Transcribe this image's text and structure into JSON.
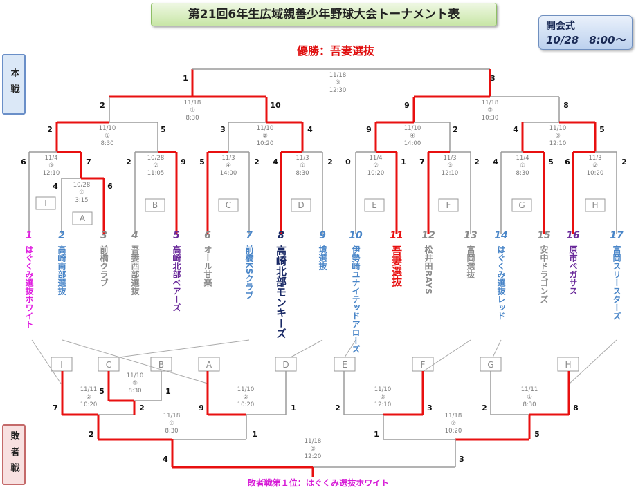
{
  "title": "第21回6年生広域親善少年野球大会トーナメント表",
  "opening": {
    "label": "開会式",
    "datetime": "10/28　8:00～"
  },
  "side_labels": {
    "main": "本戦",
    "loser": "敗者戦"
  },
  "champion": "優勝：吾妻選抜",
  "loser_first": "敗者戦第１位：はぐくみ選抜ホワイト",
  "colors": {
    "win": "#e81010",
    "line": "#9a9a9a",
    "blue": "#4a86c8",
    "magenta": "#e020e0",
    "navy": "#1a2a66",
    "purple": "#6a2a9a",
    "gray": "#8a8a8a",
    "red": "#e81010"
  },
  "teams": [
    {
      "num": "1",
      "name": "はぐくみ選抜ホワイト",
      "color": "magenta"
    },
    {
      "num": "2",
      "name": "高崎南部選抜",
      "color": "blue"
    },
    {
      "num": "3",
      "name": "前橋クラブ",
      "color": "gray"
    },
    {
      "num": "4",
      "name": "吾妻西部選抜",
      "color": "gray"
    },
    {
      "num": "5",
      "name": "高崎北部ベアーズ",
      "color": "purple"
    },
    {
      "num": "6",
      "name": "オール甘楽",
      "color": "gray"
    },
    {
      "num": "7",
      "name": "前橋KSクラブ",
      "color": "blue"
    },
    {
      "num": "8",
      "name": "高崎北部モンキーズ",
      "color": "navy"
    },
    {
      "num": "9",
      "name": "境選抜",
      "color": "blue"
    },
    {
      "num": "10",
      "name": "伊勢崎ユナイテッドアローズ",
      "color": "blue"
    },
    {
      "num": "11",
      "name": "吾妻選抜",
      "color": "red"
    },
    {
      "num": "12",
      "name": "松井田RAYS",
      "color": "gray"
    },
    {
      "num": "13",
      "name": "富岡選抜",
      "color": "gray"
    },
    {
      "num": "14",
      "name": "はぐくみ選抜レッド",
      "color": "blue"
    },
    {
      "num": "15",
      "name": "安中ドラゴンズ",
      "color": "gray"
    },
    {
      "num": "16",
      "name": "原市ペガサス",
      "color": "purple"
    },
    {
      "num": "17",
      "name": "富岡スリースターズ",
      "color": "blue"
    }
  ],
  "matches": [
    {
      "id": "final",
      "info": [
        "11/18",
        "③",
        "12:30"
      ]
    },
    {
      "id": "sf-left",
      "info": [
        "11/18",
        "①",
        "8:30"
      ]
    },
    {
      "id": "sf-right",
      "info": [
        "11/18",
        "②",
        "10:30"
      ]
    },
    {
      "id": "qf1",
      "info": [
        "11/10",
        "①",
        "8:30"
      ]
    },
    {
      "id": "qf2",
      "info": [
        "11/10",
        "②",
        "10:20"
      ]
    },
    {
      "id": "qf3",
      "info": [
        "11/10",
        "④",
        "14:00"
      ]
    },
    {
      "id": "qf4",
      "info": [
        "11/10",
        "③",
        "12:10"
      ]
    },
    {
      "id": "r1-I",
      "info": [
        "11/4",
        "③",
        "12:10"
      ]
    },
    {
      "id": "r0-A",
      "info": [
        "10/28",
        "①",
        "3:15"
      ]
    },
    {
      "id": "r1-B",
      "info": [
        "10/28",
        "②",
        "11:05"
      ]
    },
    {
      "id": "r1-C",
      "info": [
        "11/3",
        "④",
        "14:00"
      ]
    },
    {
      "id": "r1-D",
      "info": [
        "11/3",
        "①",
        "8:30"
      ]
    },
    {
      "id": "r1-E",
      "info": [
        "11/4",
        "②",
        "10:20"
      ]
    },
    {
      "id": "r1-F",
      "info": [
        "11/3",
        "③",
        "12:10"
      ]
    },
    {
      "id": "r1-G",
      "info": [
        "11/4",
        "①",
        "8:30"
      ]
    },
    {
      "id": "r1-H",
      "info": [
        "11/3",
        "②",
        "10:20"
      ]
    },
    {
      "id": "l-IC",
      "info": [
        "11/11",
        "②",
        "10:20"
      ]
    },
    {
      "id": "l-CB",
      "info": [
        "11/10",
        "①",
        "8:30"
      ]
    },
    {
      "id": "l-AD",
      "info": [
        "11/10",
        "②",
        "10:20"
      ]
    },
    {
      "id": "l-EF",
      "info": [
        "11/10",
        "③",
        "12:10"
      ]
    },
    {
      "id": "l-GH",
      "info": [
        "11/11",
        "①",
        "8:30"
      ]
    },
    {
      "id": "l-sf1",
      "info": [
        "11/18",
        "①",
        "8:30"
      ]
    },
    {
      "id": "l-sf2",
      "info": [
        "11/18",
        "②",
        "10:20"
      ]
    },
    {
      "id": "l-final",
      "info": [
        "11/18",
        "③",
        "12:20"
      ]
    }
  ],
  "slot_labels": [
    "I",
    "A",
    "B",
    "C",
    "D",
    "E",
    "F",
    "G",
    "H"
  ],
  "loser_slots": [
    "I",
    "C",
    "B",
    "A",
    "D",
    "E",
    "F",
    "G",
    "H"
  ],
  "scores": {
    "final": [
      "1",
      "3"
    ],
    "sf_left": [
      "2",
      "10"
    ],
    "sf_right": [
      "9",
      "8"
    ],
    "qf1": [
      "2",
      "5"
    ],
    "qf2": [
      "3",
      "4"
    ],
    "qf3": [
      "9",
      "2"
    ],
    "qf4": [
      "4",
      "5"
    ],
    "rI": [
      "6",
      "7"
    ],
    "rA": [
      "4",
      "6"
    ],
    "rB": [
      "2",
      "9"
    ],
    "rC": [
      "5",
      "2"
    ],
    "rD": [
      "4",
      "2"
    ],
    "rE": [
      "0",
      "1"
    ],
    "rF": [
      "7",
      "2"
    ],
    "rG": [
      "4",
      "5"
    ],
    "rH": [
      "6",
      "2"
    ],
    "l_IC": [
      "7",
      "2"
    ],
    "l_CB": [
      "5",
      "1"
    ],
    "l_AD": [
      "9",
      "1"
    ],
    "l_EF": [
      "2",
      "3"
    ],
    "l_GH": [
      "2",
      "8"
    ],
    "l_sf1": [
      "2",
      "1"
    ],
    "l_sf2": [
      "1",
      "5"
    ],
    "l_final": [
      "4",
      "3"
    ]
  }
}
